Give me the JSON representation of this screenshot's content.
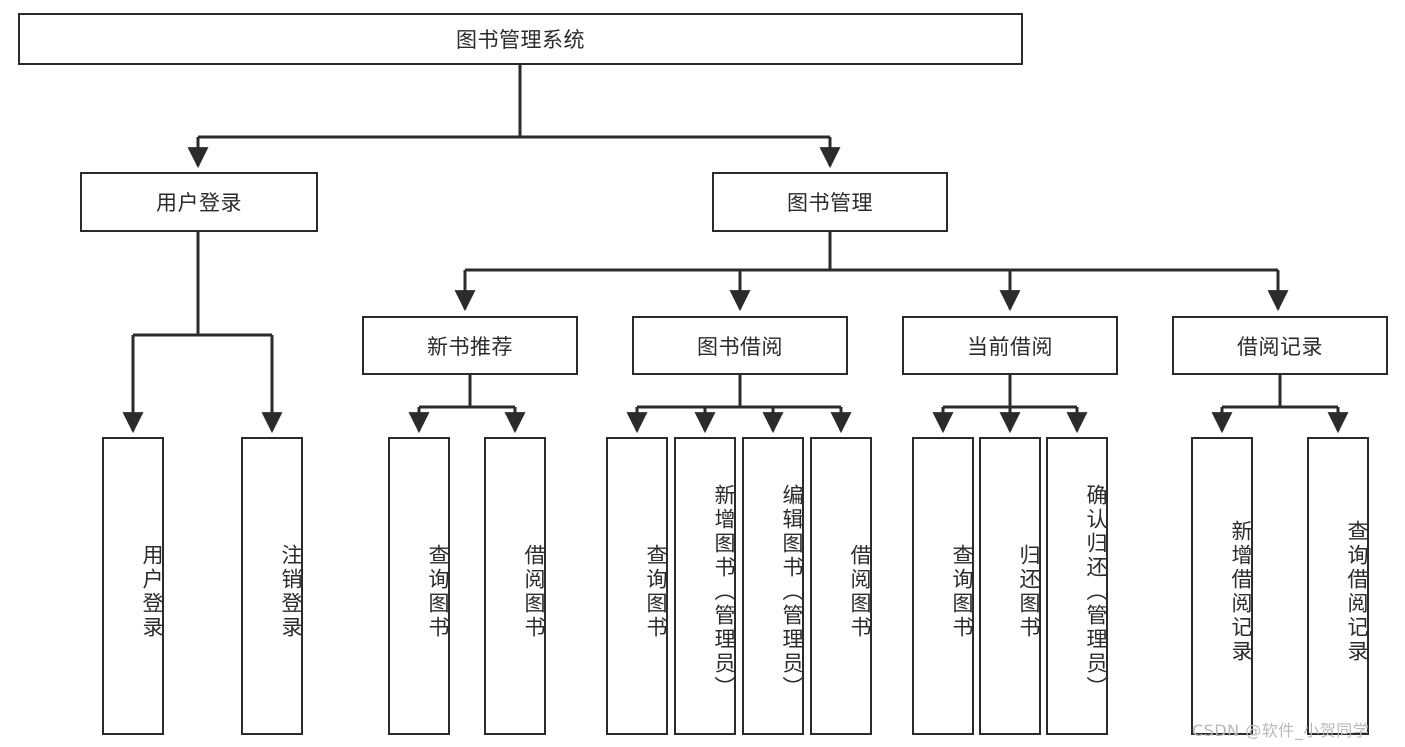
{
  "diagram": {
    "title": "图书管理系统",
    "type": "tree-hierarchy-chart",
    "root": {
      "id": "root",
      "label": "图书管理系统"
    },
    "level2": [
      {
        "id": "user-login",
        "label": "用户登录"
      },
      {
        "id": "book-management",
        "label": "图书管理"
      }
    ],
    "level3": [
      {
        "id": "new-book-recommend",
        "label": "新书推荐",
        "parent": "book-management"
      },
      {
        "id": "book-borrow",
        "label": "图书借阅",
        "parent": "book-management"
      },
      {
        "id": "current-borrow",
        "label": "当前借阅",
        "parent": "book-management"
      },
      {
        "id": "borrow-record",
        "label": "借阅记录",
        "parent": "book-management"
      }
    ],
    "leaves": {
      "user-login": [
        {
          "id": "leaf-user-login",
          "label": "用户登录"
        },
        {
          "id": "leaf-logout",
          "label": "注销登录"
        }
      ],
      "new-book-recommend": [
        {
          "id": "leaf-query-book-1",
          "label": "查询图书"
        },
        {
          "id": "leaf-borrow-book-1",
          "label": "借阅图书"
        }
      ],
      "book-borrow": [
        {
          "id": "leaf-query-book-2",
          "label": "查询图书"
        },
        {
          "id": "leaf-add-book",
          "label": "新增图书（管理员）"
        },
        {
          "id": "leaf-edit-book",
          "label": "编辑图书（管理员）"
        },
        {
          "id": "leaf-borrow-book-2",
          "label": "借阅图书"
        }
      ],
      "current-borrow": [
        {
          "id": "leaf-query-book-3",
          "label": "查询图书"
        },
        {
          "id": "leaf-return-book",
          "label": "归还图书"
        },
        {
          "id": "leaf-confirm-return",
          "label": "确认归还（管理员）"
        }
      ],
      "borrow-record": [
        {
          "id": "leaf-add-record",
          "label": "新增借阅记录"
        },
        {
          "id": "leaf-query-record",
          "label": "查询借阅记录"
        }
      ]
    }
  },
  "watermark": {
    "text": "CSDN @软件_小贺同学",
    "color": "#b9b9b9"
  },
  "style": {
    "line_color": "#2b2b2b",
    "box_border_color": "#2b2b2b",
    "box_fill": "#ffffff",
    "page_background": "#ffffff",
    "text_color": "#2b2b2b"
  }
}
